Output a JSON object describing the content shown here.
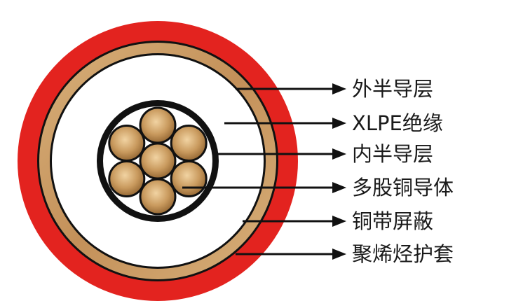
{
  "layers": [
    {
      "label": "外半导层"
    },
    {
      "label": "XLPE绝缘"
    },
    {
      "label": "内半导层"
    },
    {
      "label": "多股铜导体"
    },
    {
      "label": "铜带屏蔽"
    },
    {
      "label": "聚烯烃护套"
    }
  ],
  "colors": {
    "sheath": "#e3231f",
    "copper_tape": "#c79a62",
    "insulation": "#ffffff",
    "semiconductive": "#111111",
    "strand": "#c99a5e",
    "arrow": "#111111"
  },
  "conductor": {
    "strand_count": 7
  }
}
